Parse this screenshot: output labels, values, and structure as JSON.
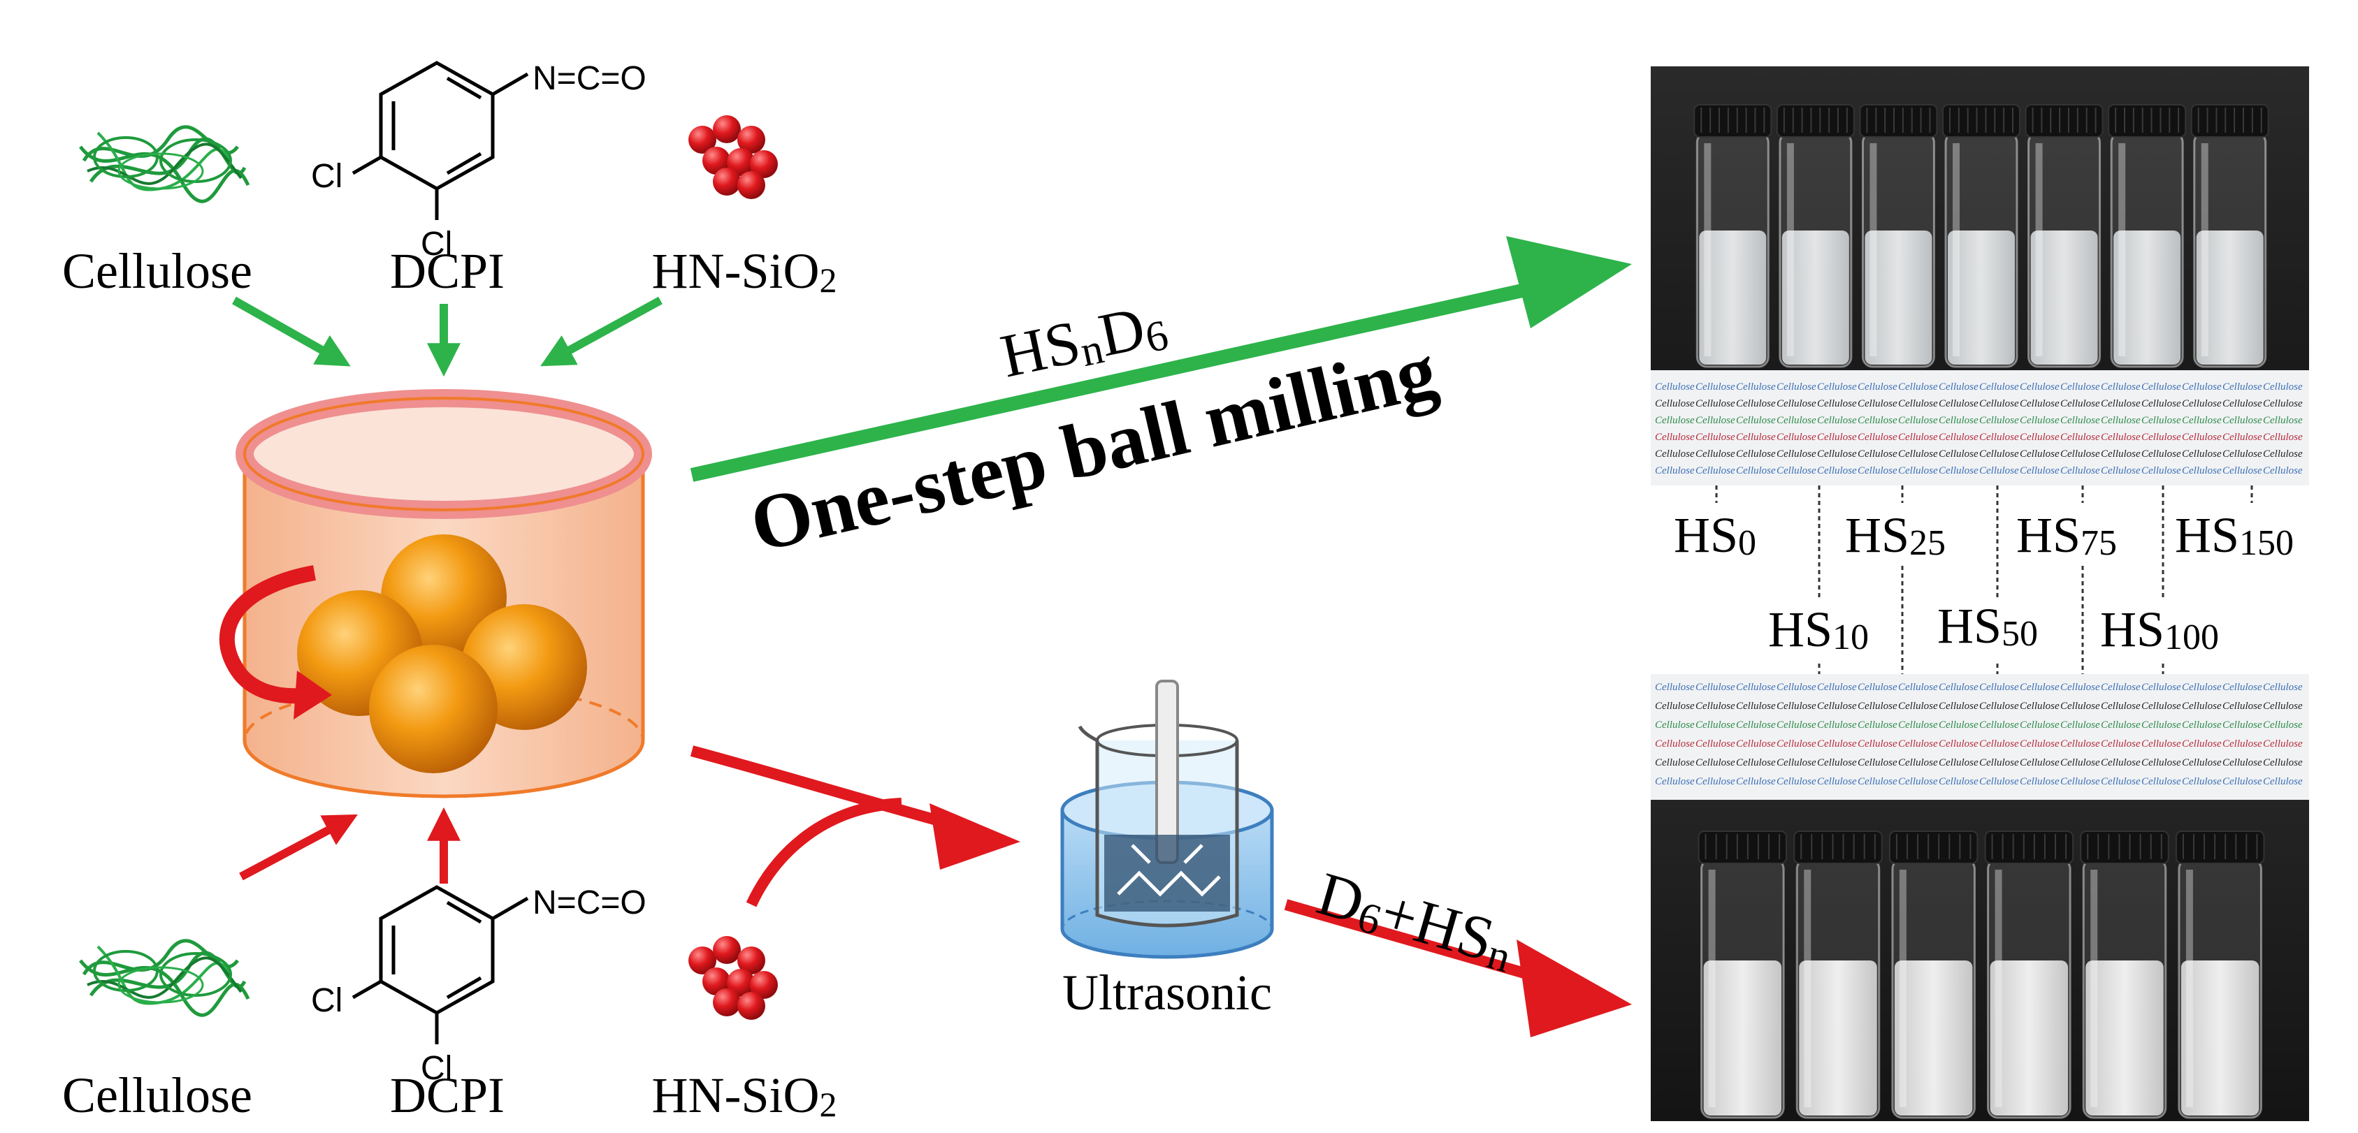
{
  "colors": {
    "green_arrow": "#2db34a",
    "red_arrow": "#e0191e",
    "jar_fill": "#f7c9ad",
    "jar_rim": "#ef8f8f",
    "jar_edge": "#f07a2a",
    "ball": "#f39a12",
    "cellulose": "#1f9a3c",
    "silica": "#d9161c",
    "bath_water": "#8ec6ee",
    "photo_bg": "#1a1a1a"
  },
  "top_inputs": {
    "cellulose": "Cellulose",
    "dcpi": "DCPI",
    "hn_sio2_base": "HN-SiO",
    "hn_sio2_sub": "2"
  },
  "bottom_inputs": {
    "cellulose": "Cellulose",
    "dcpi": "DCPI",
    "hn_sio2_base": "HN-SiO",
    "hn_sio2_sub": "2"
  },
  "molecule": {
    "isocyanate": "N=C=O",
    "chloro_1": "Cl",
    "chloro_2": "Cl"
  },
  "green_route": {
    "product_base": "HS",
    "product_sub_n": "n",
    "product_d": "D",
    "product_sub_6": "6",
    "method": "One-step ball milling"
  },
  "red_route": {
    "device": "Ultrasonic",
    "product_d": "D",
    "product_sub_6": "6",
    "product_plus": "+HS",
    "product_sub_n": "n"
  },
  "sample_labels": {
    "upper_row": [
      {
        "base": "HS",
        "sub": "0"
      },
      {
        "base": "HS",
        "sub": "25"
      },
      {
        "base": "HS",
        "sub": "75"
      },
      {
        "base": "HS",
        "sub": "150"
      }
    ],
    "lower_row": [
      {
        "base": "HS",
        "sub": "10"
      },
      {
        "base": "HS",
        "sub": "50"
      },
      {
        "base": "HS",
        "sub": "100"
      }
    ]
  },
  "background_text": {
    "word": "Cellulose"
  }
}
